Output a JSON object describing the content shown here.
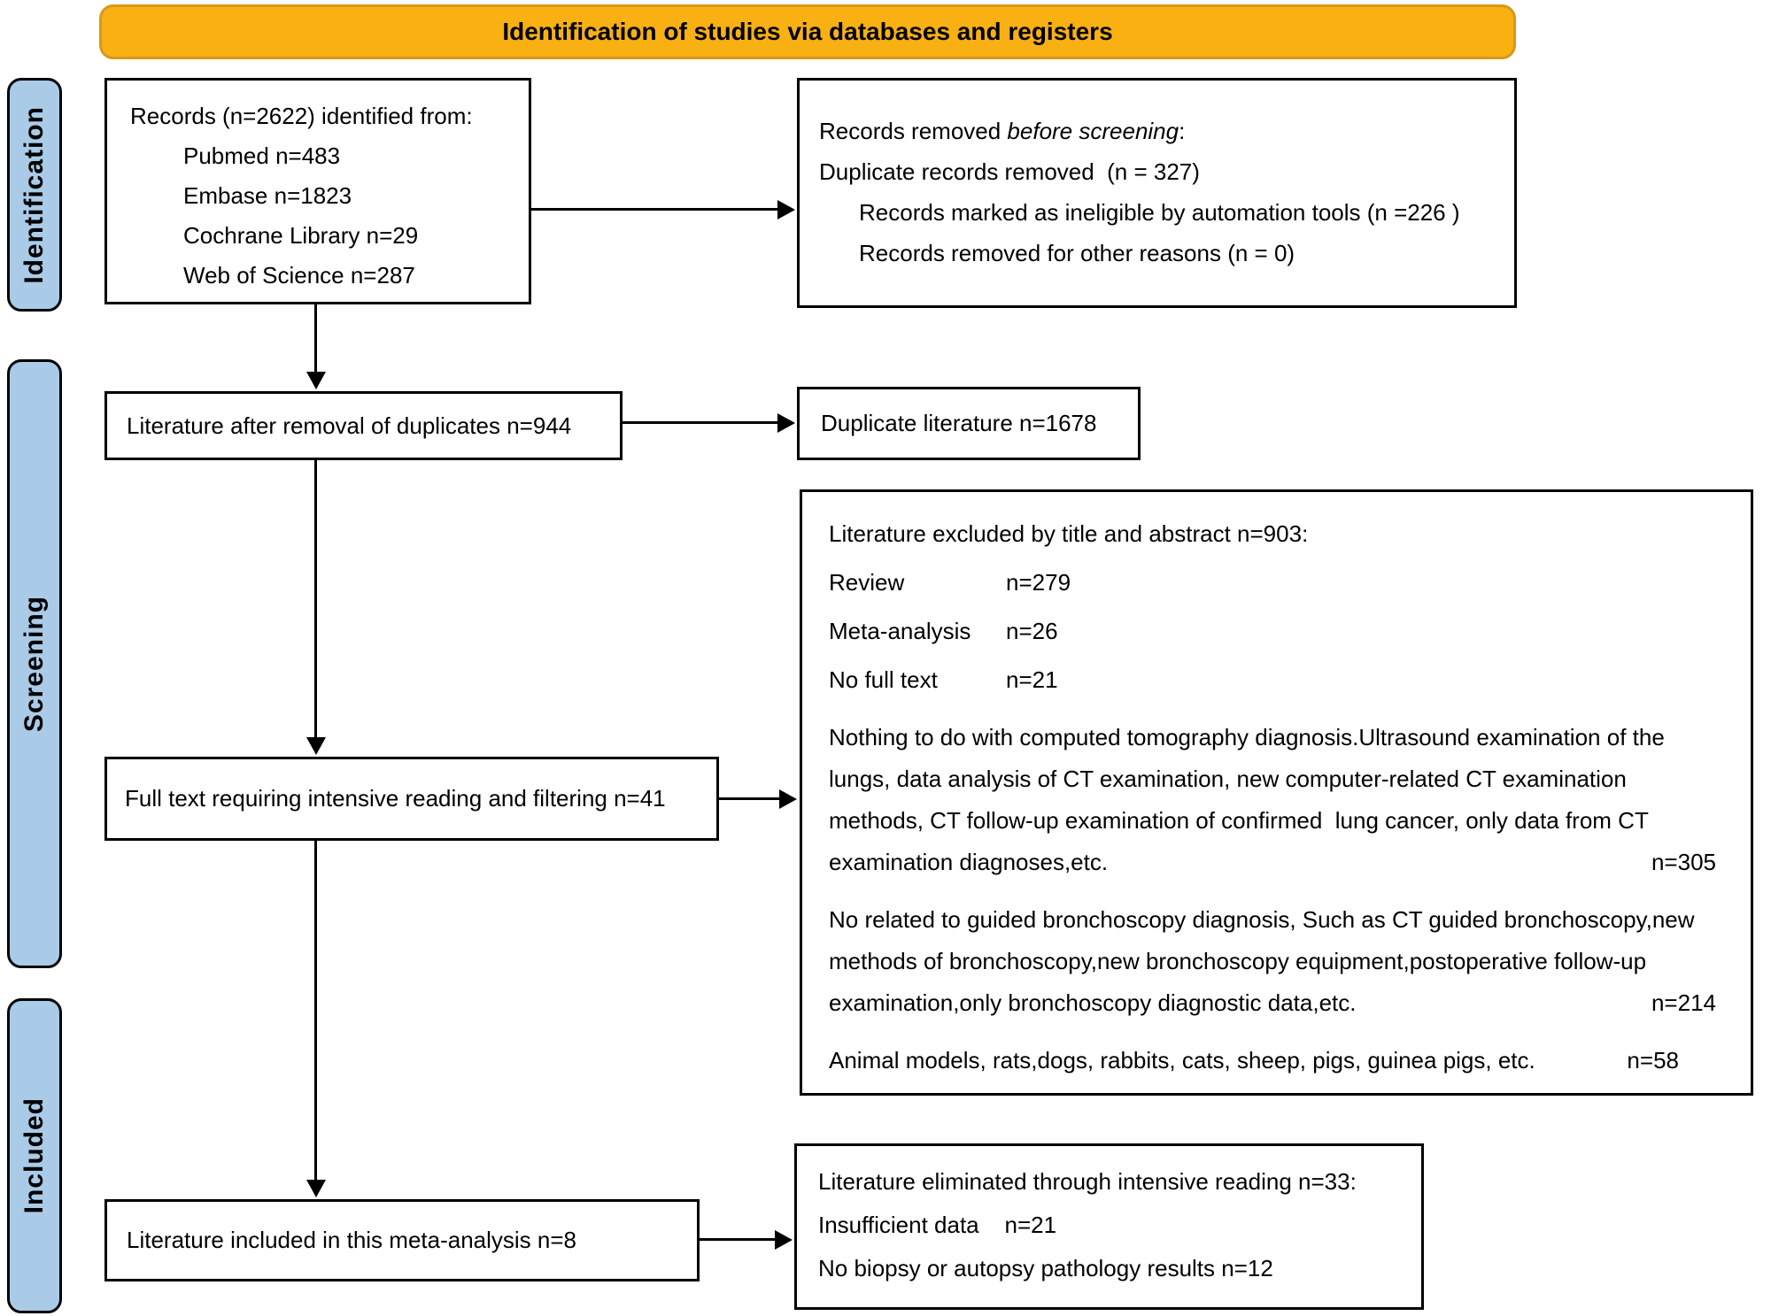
{
  "banner": {
    "title": "Identification of studies via databases and registers"
  },
  "sidebar": {
    "items": [
      {
        "label": "Identification"
      },
      {
        "label": "Screening"
      },
      {
        "label": "Included"
      }
    ]
  },
  "colors": {
    "banner_fill": "#F9B013",
    "banner_border": "#D8981B",
    "sidebar_fill": "#A9CBE8",
    "box_border": "#000000",
    "arrow": "#000000"
  },
  "boxes": {
    "records": {
      "title": "Records (n=2622) identified from:",
      "items": [
        "Pubmed n=483",
        "Embase n=1823",
        "Cochrane Library n=29",
        "Web of Science n=287"
      ]
    },
    "removed_before_screening": {
      "line1_prefix": "Records removed ",
      "line1_italic": "before screening",
      "line1_suffix": ":",
      "line2": "Duplicate records removed  (n = 327)",
      "items": [
        "Records marked as ineligible by automation tools (n =226 )",
        "Records removed for other reasons (n = 0)"
      ]
    },
    "after_duplicates": {
      "label": "Literature after removal of duplicates n=944"
    },
    "duplicate_literature": {
      "label": "Duplicate literature n=1678"
    },
    "excluded_title_abstract": {
      "title": "Literature excluded by title and abstract n=903:",
      "rows": [
        {
          "label": "Review",
          "n": "n=279"
        },
        {
          "label": "Meta-analysis",
          "n": "n=26"
        },
        {
          "label": "No full text",
          "n": "n=21"
        }
      ],
      "paragraphs": [
        {
          "text": "Nothing to do with computed tomography diagnosis.Ultrasound examination of the lungs, data analysis of CT examination, new computer-related CT examination methods, CT follow-up examination of confirmed  lung cancer, only data from CT examination diagnoses,etc.",
          "n": "n=305"
        },
        {
          "text": "No related to guided bronchoscopy diagnosis, Such as CT guided bronchoscopy,new methods of bronchoscopy,new bronchoscopy equipment,postoperative follow-up examination,only bronchoscopy diagnostic data,etc.",
          "n": "n=214"
        },
        {
          "text": "Animal models, rats,dogs, rabbits, cats, sheep, pigs, guinea pigs, etc.",
          "n": "n=58"
        }
      ]
    },
    "full_text": {
      "label": "Full text requiring intensive reading and filtering n=41"
    },
    "included_meta_analysis": {
      "label": "Literature included in this meta-analysis n=8"
    },
    "eliminated": {
      "title": "Literature eliminated through intensive reading n=33:",
      "items": [
        "Insufficient data    n=21",
        "No biopsy or autopsy pathology results n=12"
      ]
    }
  }
}
